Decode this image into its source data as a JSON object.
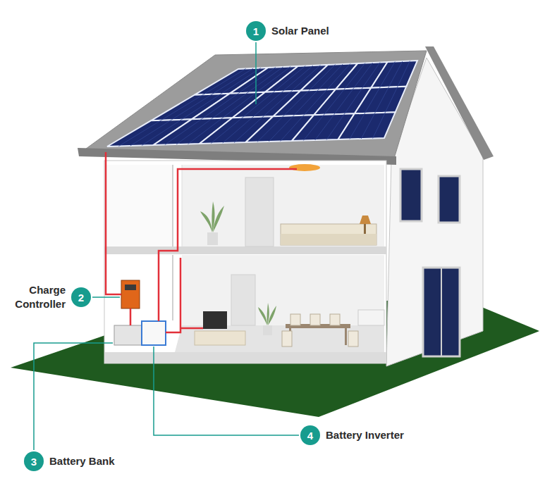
{
  "diagram": {
    "nodes": [
      {
        "text": [
          "1",
          "Solar Panel"
        ]
      },
      {
        "text": [
          "2",
          "Charge Controller"
        ]
      },
      {
        "text": [
          "4",
          "Battery Inverter"
        ]
      },
      {
        "text": [
          "3",
          "Battery Bank"
        ]
      }
    ]
  }
}
